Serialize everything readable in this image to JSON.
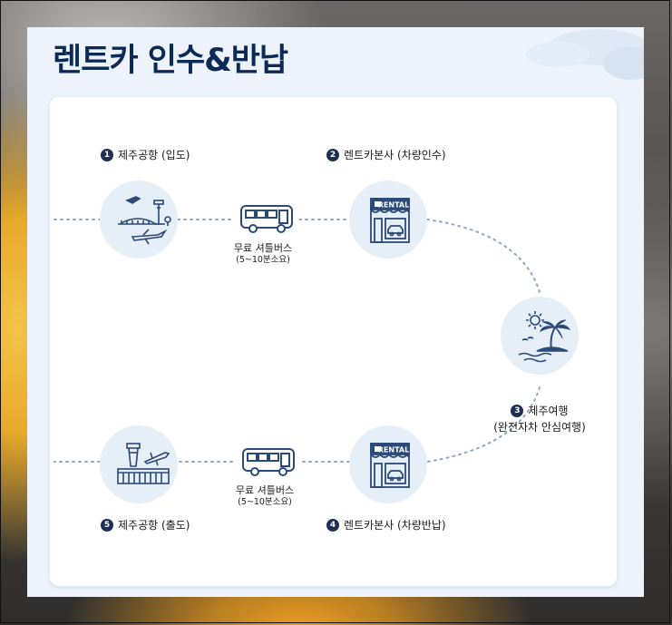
{
  "title": "렌트카 인수&반납",
  "stops": {
    "s1": {
      "num": "1",
      "label": "제주공항 (입도)",
      "icon": "airport-arrival-icon"
    },
    "s2": {
      "num": "2",
      "label": "렌트카본사 (차량인수)",
      "icon": "rental-shop-icon",
      "sign": "RENTAL"
    },
    "s3": {
      "num": "3",
      "label": "제주여행",
      "sub": "(완전자차 안심여행)",
      "icon": "island-palm-icon"
    },
    "s4": {
      "num": "4",
      "label": "렌트카본사 (차량반납)",
      "icon": "rental-shop-icon",
      "sign": "RENTAL"
    },
    "s5": {
      "num": "5",
      "label": "제주공항 (출도)",
      "icon": "airport-departure-icon"
    }
  },
  "shuttle": {
    "top": {
      "label": "무료 셔틀버스",
      "sub": "(5~10분소요)"
    },
    "bottom": {
      "label": "무료 셔틀버스",
      "sub": "(5~10분소요)"
    }
  },
  "colors": {
    "navy": "#0b2a55",
    "icon": "#2c4a78",
    "circle_bg": "#e6eef7",
    "dots": "#8fa6c6"
  }
}
